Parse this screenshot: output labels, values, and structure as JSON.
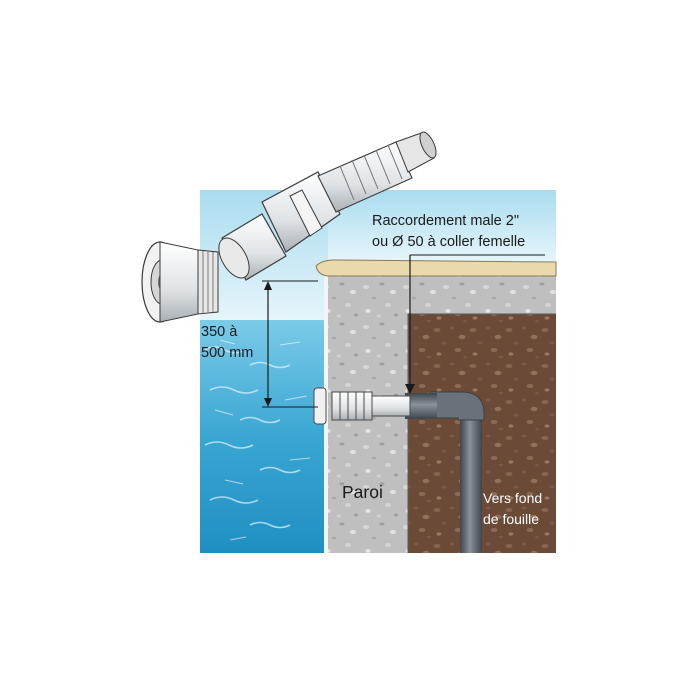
{
  "labels": {
    "connection_line1": "Raccordement male  2\"",
    "connection_line2": "ou Ø 50 à coller femelle",
    "depth_line1": "350 à",
    "depth_line2": "500 mm",
    "wall": "Paroi",
    "trench_line1": "Vers fond",
    "trench_line2": "de fouille"
  },
  "colors": {
    "water": "#3aa6d3",
    "sky": "#cfeaf5",
    "wall": "#bdbdbd",
    "soil": "#6a4a36",
    "coping": "#e8d9b0",
    "pipe": "#5d656c"
  }
}
